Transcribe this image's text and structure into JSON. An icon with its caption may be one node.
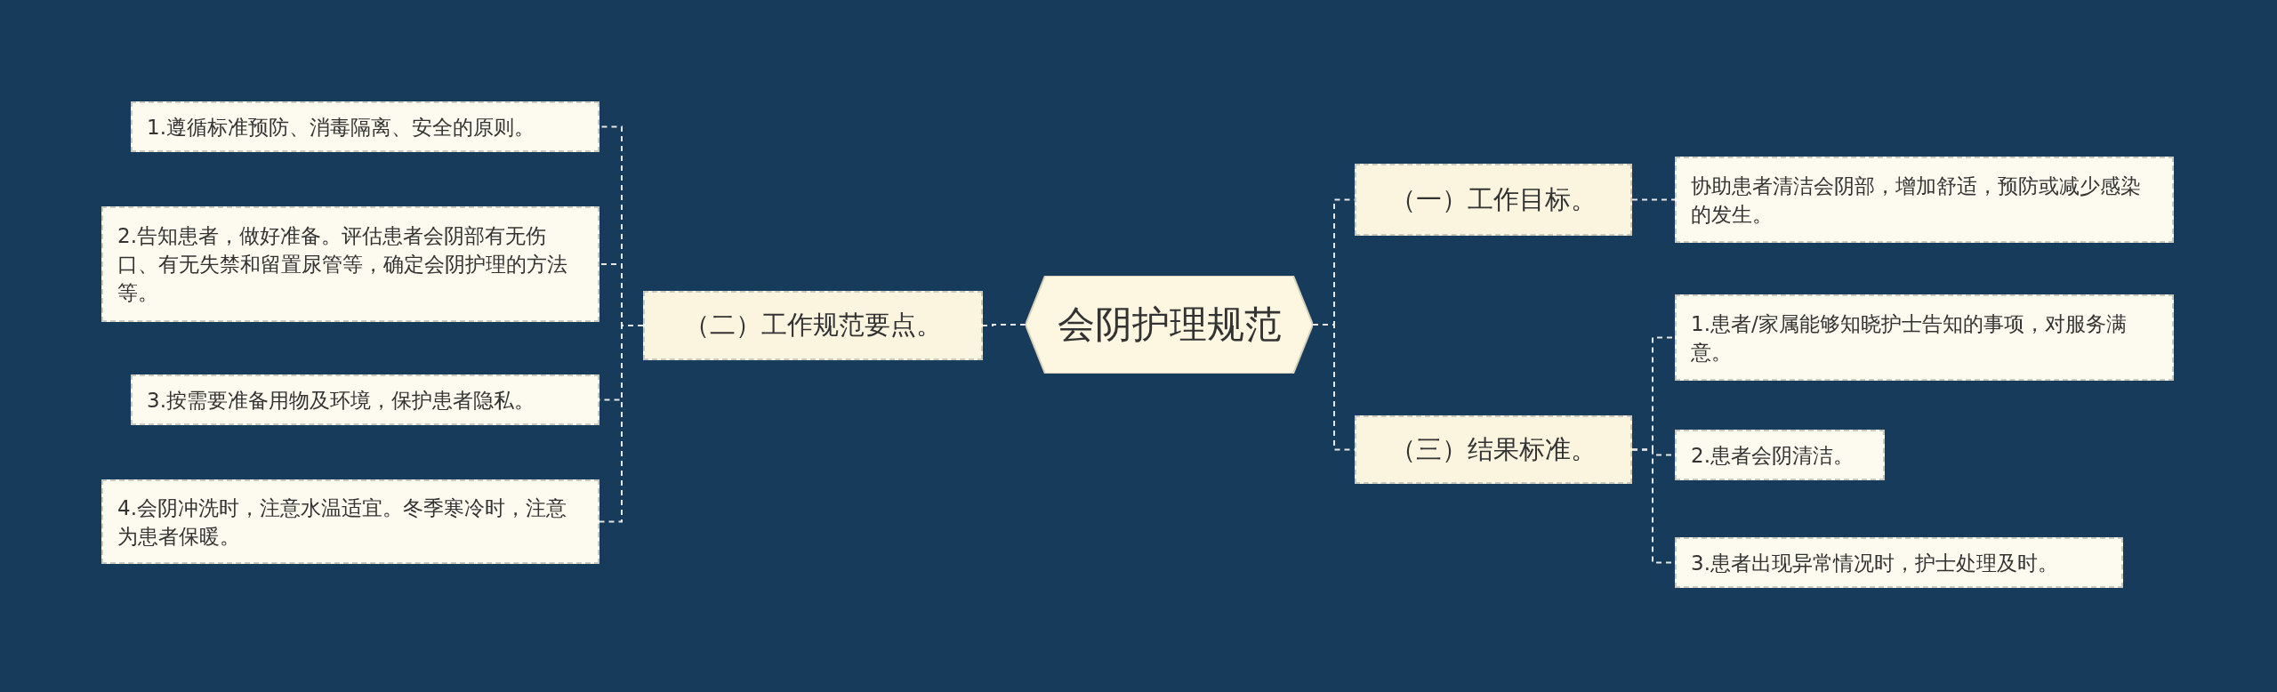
{
  "diagram": {
    "nodes": [
      {
        "text": [
          "会阴护理规范"
        ]
      },
      {
        "text": [
          "（二）工作规范要点。"
        ]
      },
      {
        "text": [
          "1.遵循标准预防、消毒隔离、安全的原则。"
        ]
      },
      {
        "text": [
          "2.告知患者，做好准备。评估患者会阴部有无伤口、有无失禁和留置尿管等，确定会阴护理的方法等。"
        ]
      },
      {
        "text": [
          "3.按需要准备用物及环境，保护患者隐私。"
        ]
      },
      {
        "text": [
          "4.会阴冲洗时，注意水温适宜。冬季寒冷时，注意为患者保暖。"
        ]
      },
      {
        "text": [
          "（一）工作目标。"
        ]
      },
      {
        "text": [
          "协助患者清洁会阴部，增加舒适，预防或减少感染的发生。"
        ]
      },
      {
        "text": [
          "（三）结果标准。"
        ]
      },
      {
        "text": [
          "1.患者/家属能够知晓护士告知的事项，对服务满意。"
        ]
      },
      {
        "text": [
          "2.患者会阴清洁。"
        ]
      },
      {
        "text": [
          "3.患者出现异常情况时，护士处理及时。"
        ]
      }
    ],
    "edges": [
      {
        "from": 0,
        "to": 1,
        "arrow": "none"
      },
      {
        "from": 1,
        "to": 2,
        "arrow": "none"
      },
      {
        "from": 1,
        "to": 3,
        "arrow": "none"
      },
      {
        "from": 1,
        "to": 4,
        "arrow": "none"
      },
      {
        "from": 1,
        "to": 5,
        "arrow": "none"
      },
      {
        "from": 0,
        "to": 6,
        "arrow": "none"
      },
      {
        "from": 6,
        "to": 7,
        "arrow": "none"
      },
      {
        "from": 0,
        "to": 8,
        "arrow": "none"
      },
      {
        "from": 8,
        "to": 9,
        "arrow": "none"
      },
      {
        "from": 8,
        "to": 10,
        "arrow": "none"
      },
      {
        "from": 8,
        "to": 11,
        "arrow": "none"
      }
    ]
  }
}
